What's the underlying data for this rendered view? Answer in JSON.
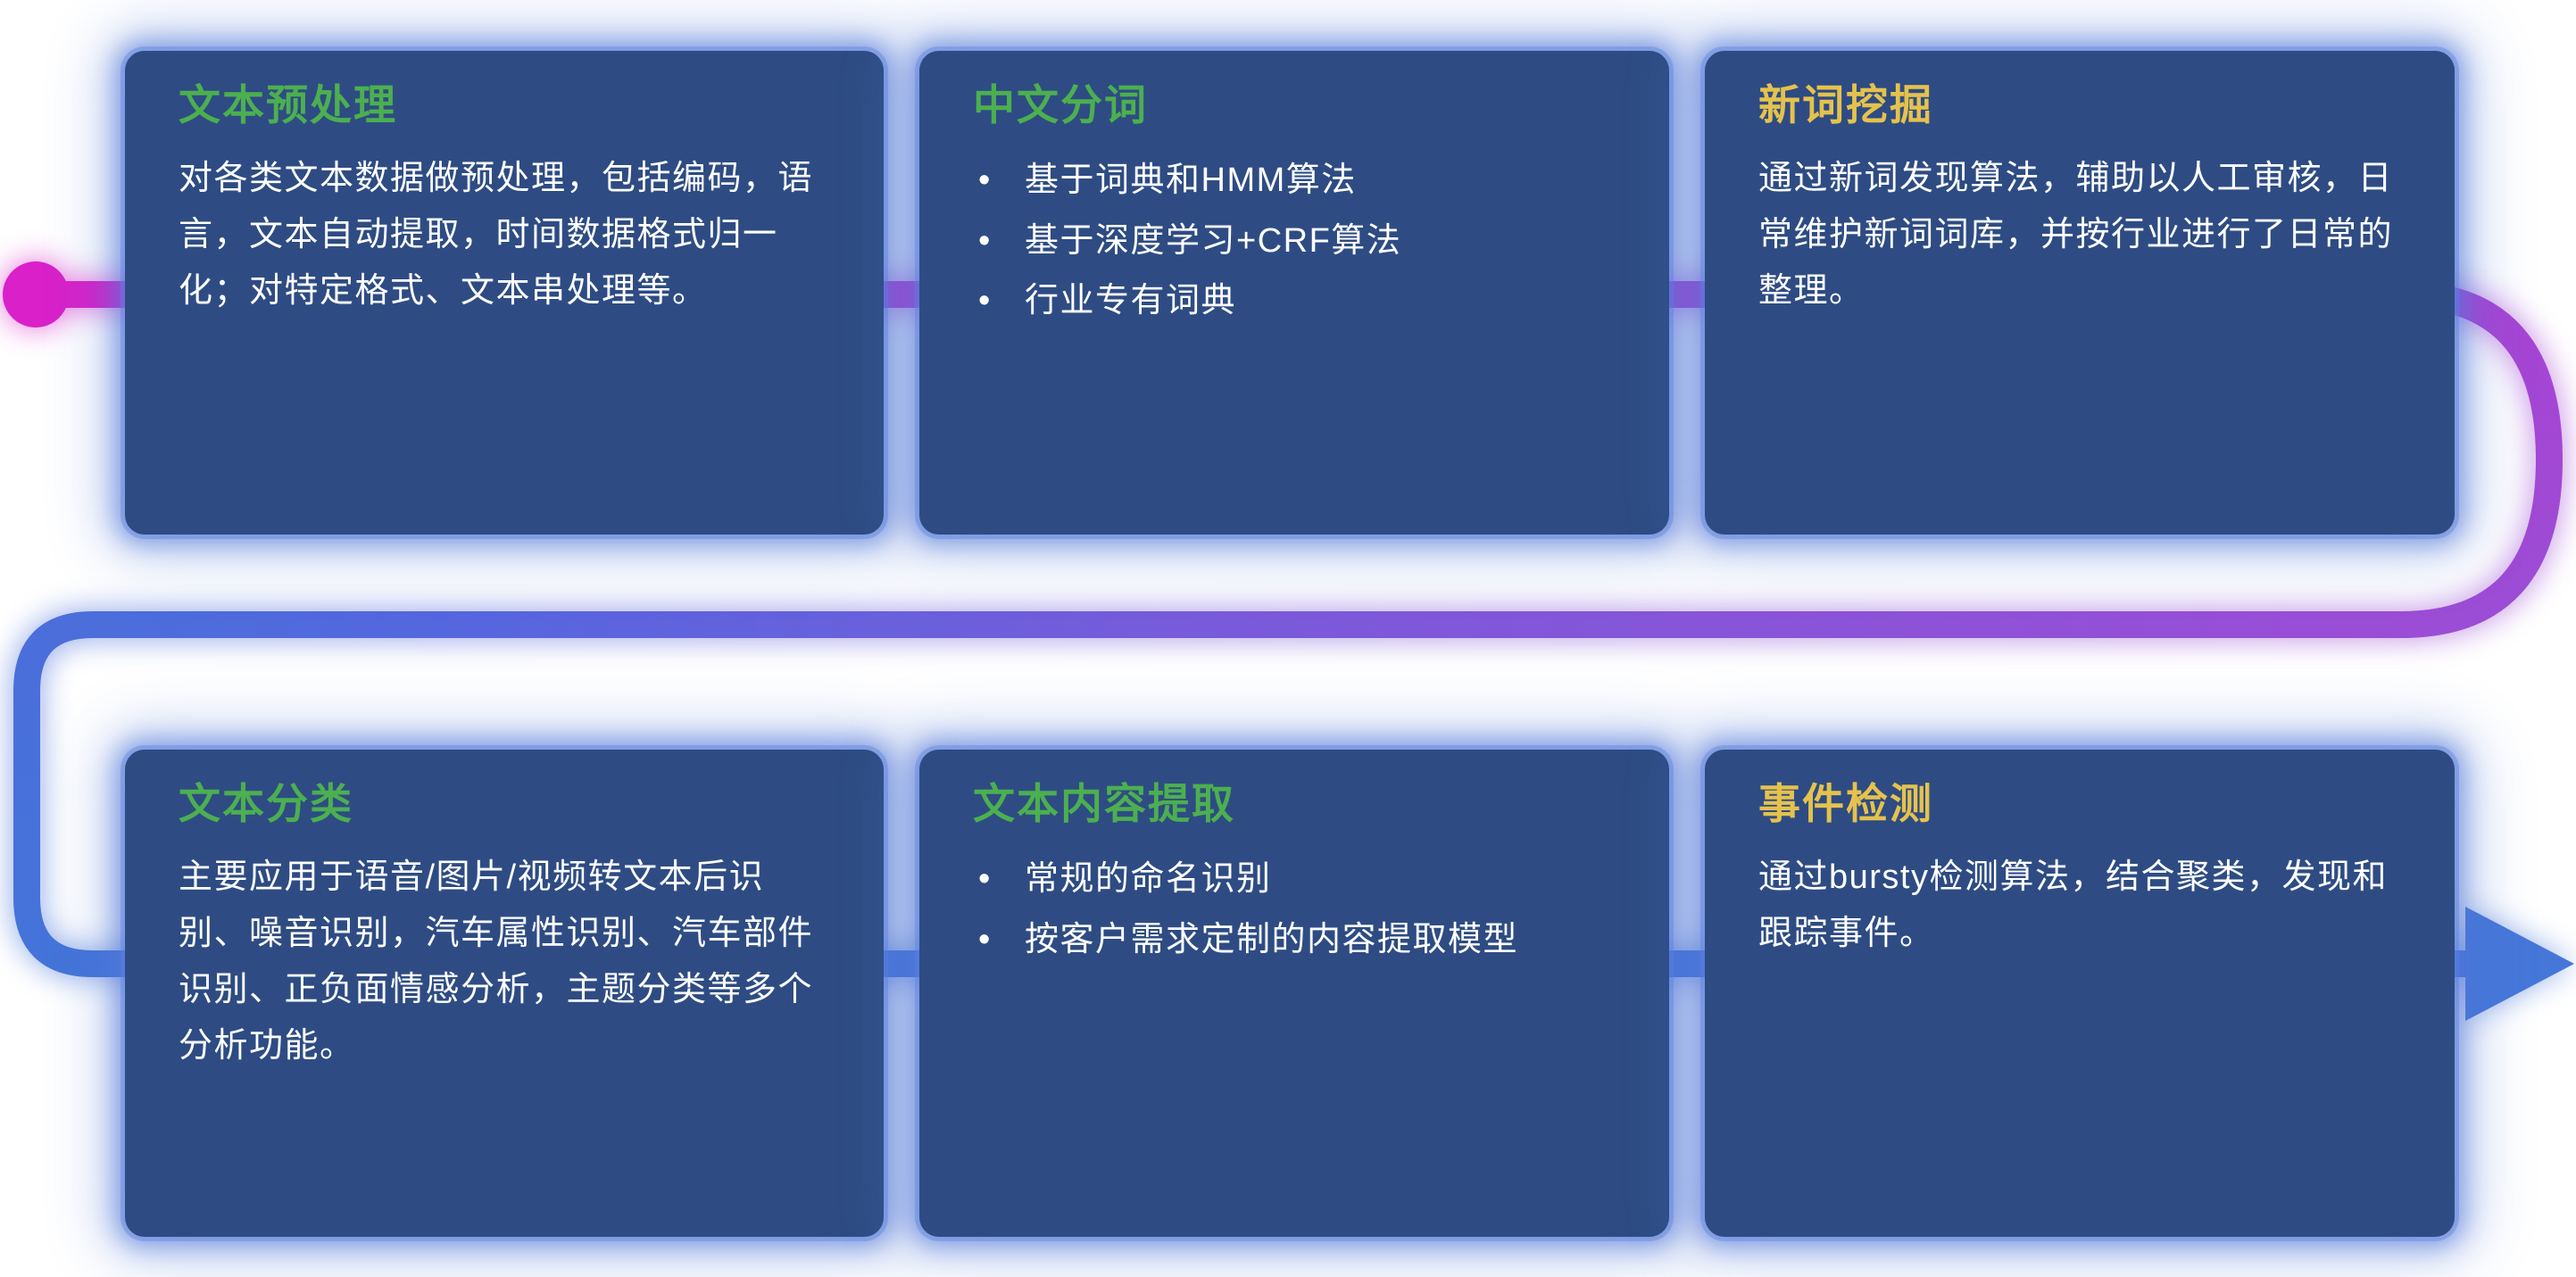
{
  "diagram_title": "NLP text-processing pipeline",
  "colors": {
    "card_bg": "#2e4c83",
    "card_glow": "#547ad8",
    "title_green": "#4caf50",
    "title_yellow": "#e5c24d",
    "body_text": "#ffffff",
    "line_magenta": "#d920c9",
    "line_purple": "#9b4dd5",
    "line_blue": "#4474d9"
  },
  "cards": [
    {
      "title": "文本预处理",
      "title_color": "green",
      "body": "对各类文本数据做预处理，包括编码，语言，文本自动提取，时间数据格式归一化；对特定格式、文本串处理等。",
      "bullets": []
    },
    {
      "title": "中文分词",
      "title_color": "green",
      "body": "",
      "bullets": [
        "基于词典和HMM算法",
        "基于深度学习+CRF算法",
        "行业专有词典"
      ]
    },
    {
      "title": "新词挖掘",
      "title_color": "yellow",
      "body": "通过新词发现算法，辅助以人工审核，日常维护新词词库，并按行业进行了日常的整理。",
      "bullets": []
    },
    {
      "title": "文本分类",
      "title_color": "green",
      "body": "主要应用于语音/图片/视频转文本后识别、噪音识别，汽车属性识别、汽车部件识别、正负面情感分析，主题分类等多个分析功能。",
      "bullets": []
    },
    {
      "title": "文本内容提取",
      "title_color": "green",
      "body": "",
      "bullets": [
        "常规的命名识别",
        "按客户需求定制的内容提取模型"
      ]
    },
    {
      "title": "事件检测",
      "title_color": "yellow",
      "body": "通过bursty检测算法，结合聚类，发现和跟踪事件。",
      "bullets": []
    }
  ]
}
